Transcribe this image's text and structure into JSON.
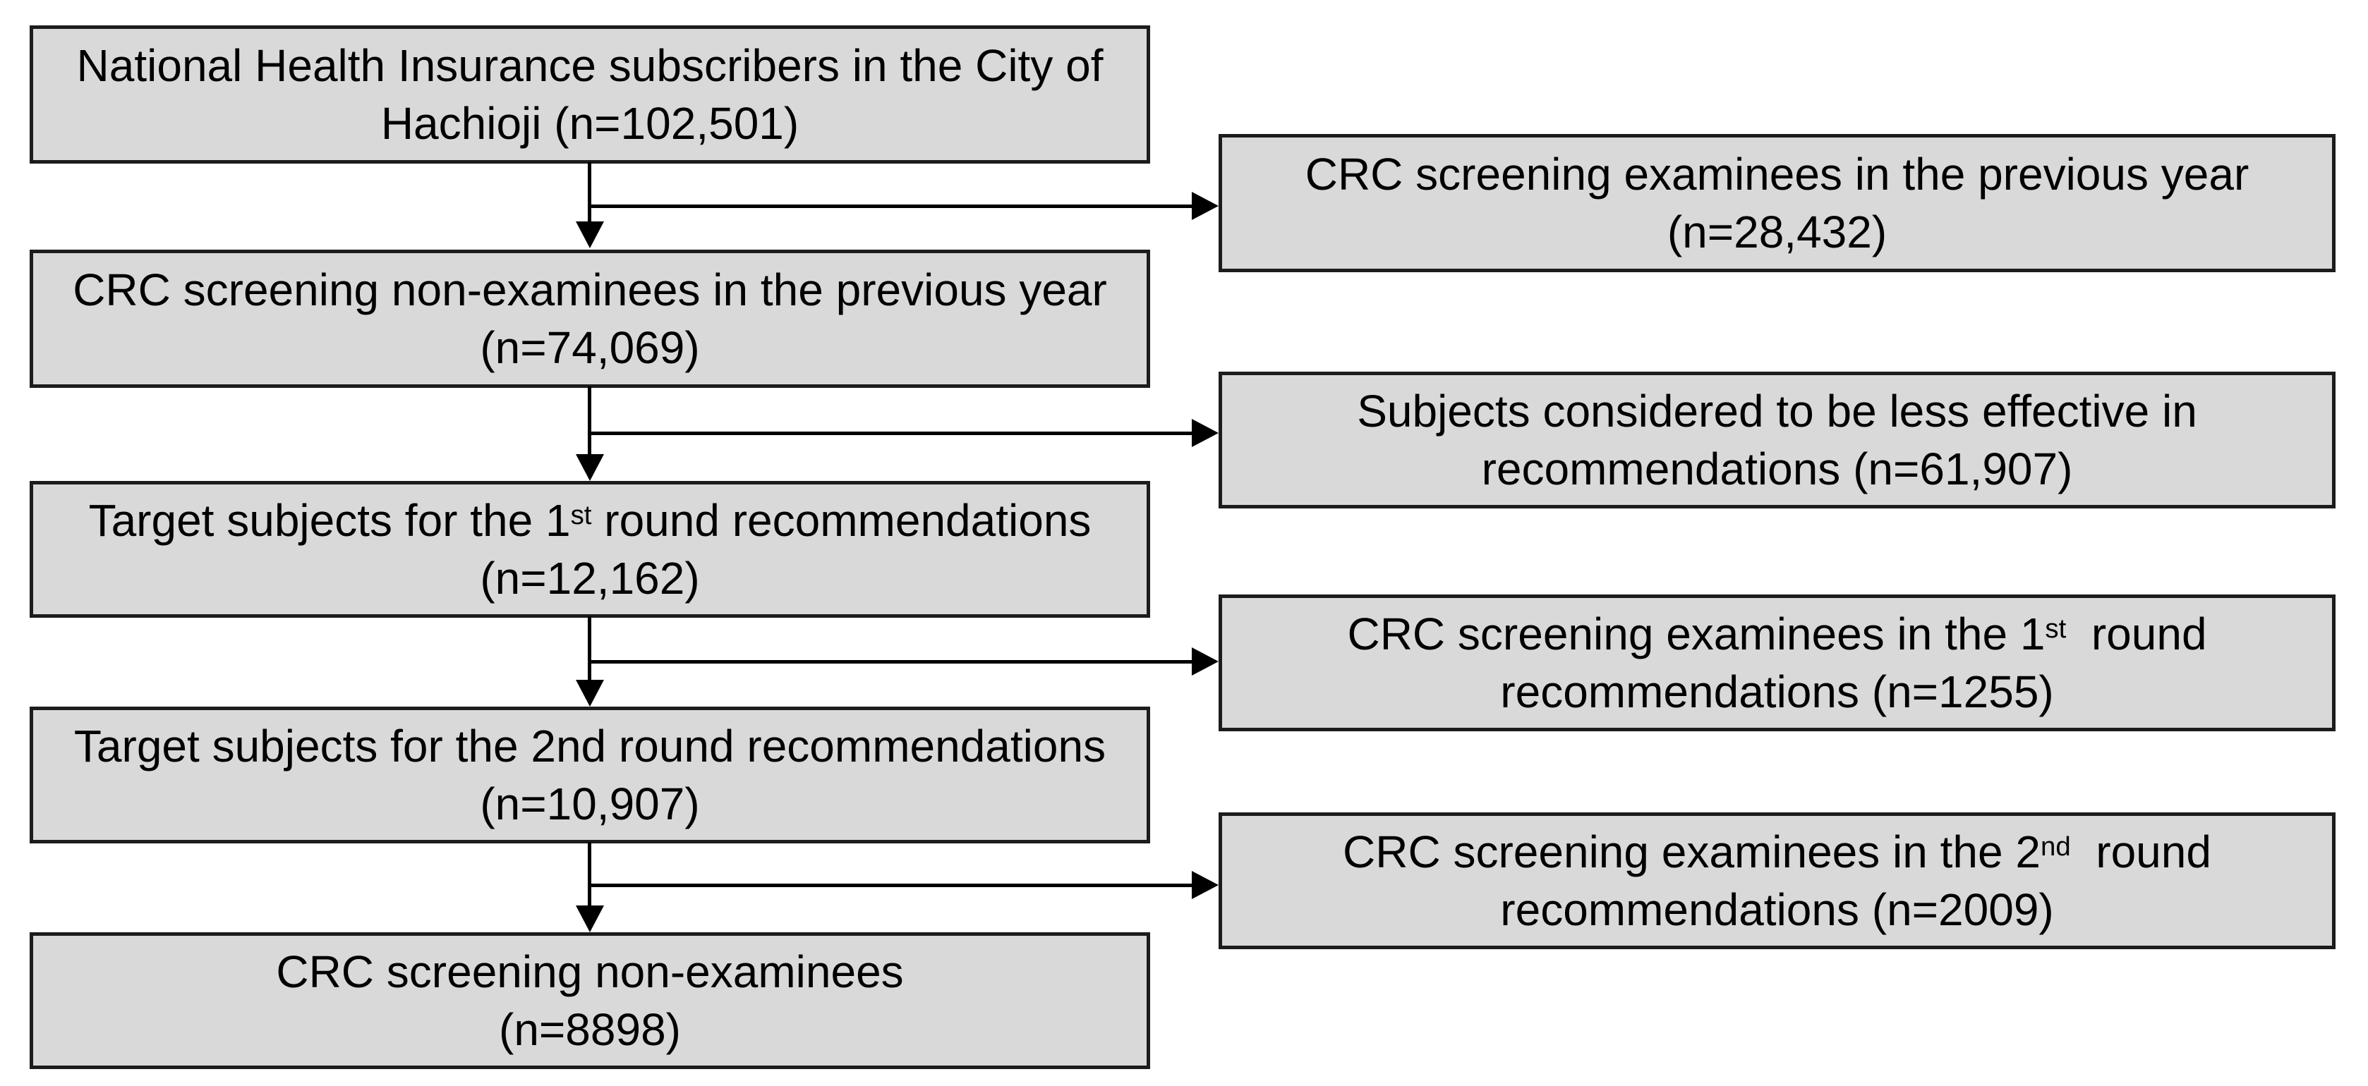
{
  "colors": {
    "box_fill": "#d9d9d9",
    "box_border": "#1c1c1c",
    "arrow": "#000000",
    "text": "#000000",
    "background": "#ffffff"
  },
  "flowchart": {
    "main_nodes": [
      {
        "id": "nhi-subscribers",
        "n": "102,501",
        "lines": [
          [
            {
              "t": "National Health Insurance subscribers in the City of"
            }
          ],
          [
            {
              "t": "Hachioji (n=102,501)"
            }
          ]
        ]
      },
      {
        "id": "crc-non-examinees-previous-year",
        "n": "74,069",
        "lines": [
          [
            {
              "t": "CRC screening non-examinees in the previous year"
            }
          ],
          [
            {
              "t": "(n=74,069)"
            }
          ]
        ]
      },
      {
        "id": "target-subjects-1st-round",
        "n": "12,162",
        "lines": [
          [
            {
              "t": "Target subjects for the 1"
            },
            {
              "t": "st",
              "sup": true
            },
            {
              "t": " round recommendations"
            }
          ],
          [
            {
              "t": "(n=12,162)"
            }
          ]
        ]
      },
      {
        "id": "target-subjects-2nd-round",
        "n": "10,907",
        "lines": [
          [
            {
              "t": "Target subjects for the 2nd round recommendations"
            }
          ],
          [
            {
              "t": "(n=10,907)"
            }
          ]
        ]
      },
      {
        "id": "crc-non-examinees-final",
        "n": "8898",
        "lines": [
          [
            {
              "t": "CRC screening non-examinees"
            }
          ],
          [
            {
              "t": "(n=8898)"
            }
          ]
        ]
      }
    ],
    "branch_nodes": [
      {
        "id": "crc-examinees-previous-year",
        "n": "28,432",
        "lines": [
          [
            {
              "t": "CRC screening examinees in the previous year"
            }
          ],
          [
            {
              "t": "(n=28,432)"
            }
          ]
        ]
      },
      {
        "id": "subjects-less-effective",
        "n": "61,907",
        "lines": [
          [
            {
              "t": "Subjects considered to be less effective in"
            }
          ],
          [
            {
              "t": "recommendations (n=61,907)"
            }
          ]
        ]
      },
      {
        "id": "crc-examinees-1st-round",
        "n": "1255",
        "lines": [
          [
            {
              "t": "CRC screening examinees in the 1"
            },
            {
              "t": "st",
              "sup": true
            },
            {
              "t": "  round"
            }
          ],
          [
            {
              "t": "recommendations (n=1255)"
            }
          ]
        ]
      },
      {
        "id": "crc-examinees-2nd-round",
        "n": "2009",
        "lines": [
          [
            {
              "t": "CRC screening examinees in the 2"
            },
            {
              "t": "nd",
              "sup": true
            },
            {
              "t": "  round"
            }
          ],
          [
            {
              "t": "recommendations (n=2009)"
            }
          ]
        ]
      }
    ]
  }
}
